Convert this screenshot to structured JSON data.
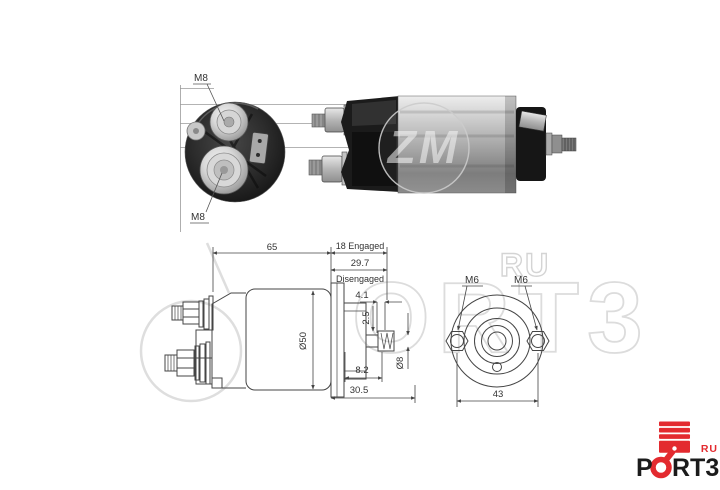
{
  "photos": {
    "end_view": {
      "label_top": "M8",
      "label_bottom": "M8"
    },
    "side_view": {
      "watermark": "ZM"
    }
  },
  "side_drawing": {
    "length_body": "65",
    "engaged": "18 Engaged",
    "stroke_total": "29.7",
    "disengaged_label": "Disengaged",
    "dim_4_1": "4.1",
    "dim_2_5": "2.5",
    "body_diameter": "Ø50",
    "pin_diameter": "Ø8",
    "dim_8_2": "8.2",
    "dim_30_5": "30.5"
  },
  "flange_drawing": {
    "bolt_left": "M6",
    "bolt_right": "M6",
    "bolt_spacing": "43"
  },
  "watermark": {
    "letters": "ORT3",
    "ru": "RU"
  },
  "logo": {
    "p": "P",
    "rt3": "RT3",
    "ru": "RU",
    "red": "#e32a2f",
    "black": "#1b1b1b"
  },
  "colors": {
    "drawing_line": "#454545",
    "dimension_text": "#333333",
    "watermark_gray": "#dcdcdc"
  }
}
